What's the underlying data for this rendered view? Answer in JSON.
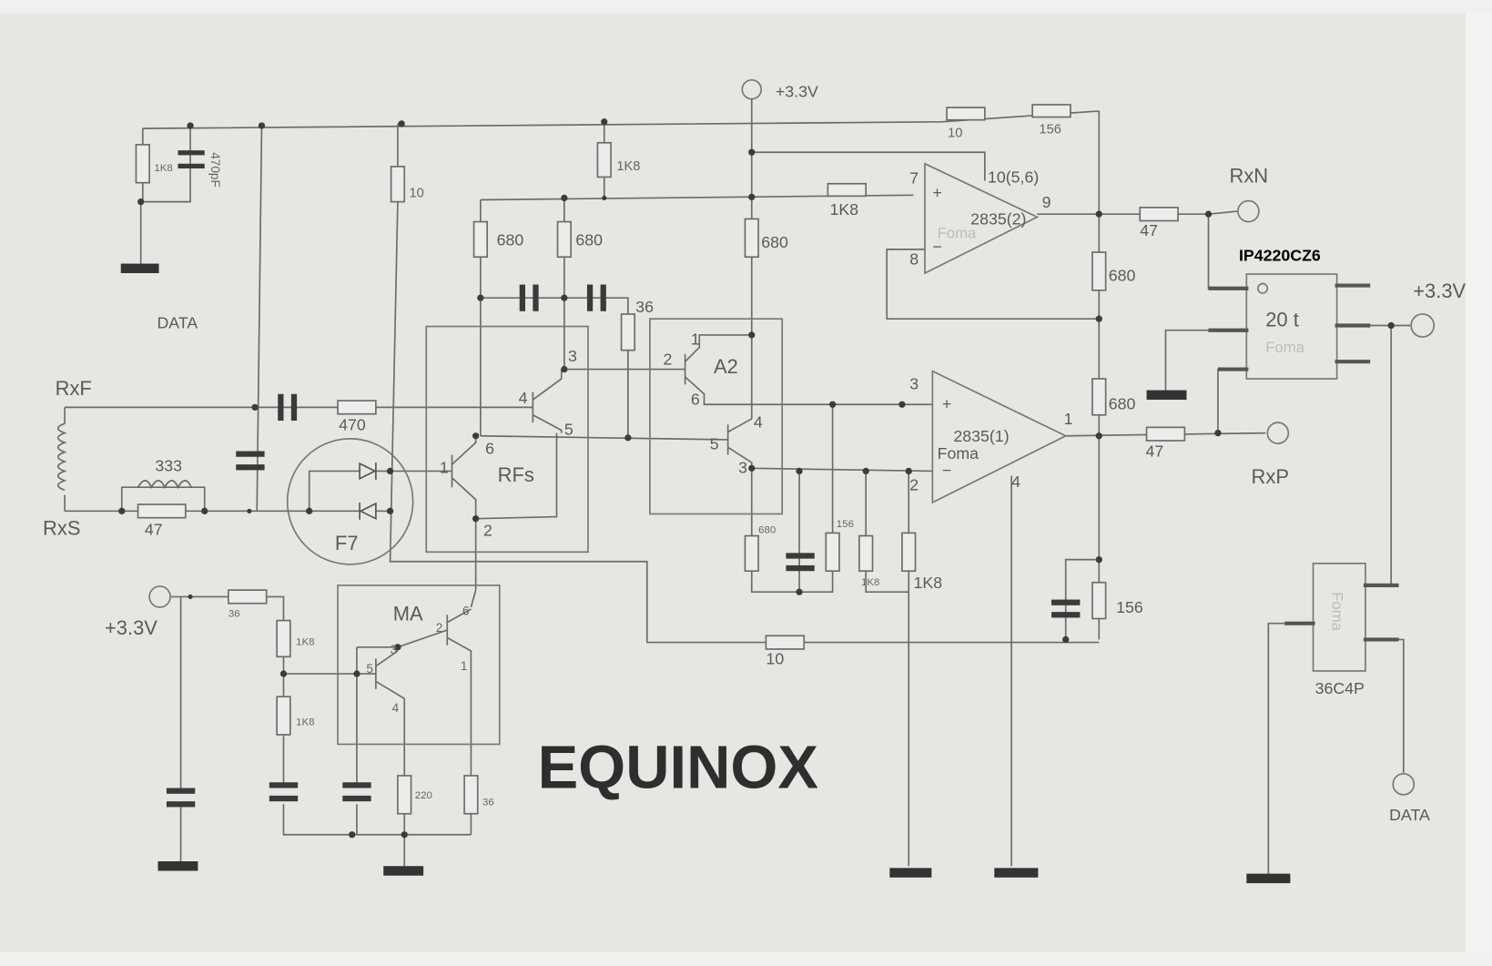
{
  "title": "EQUINOX",
  "chip_label": "IP4220CZ6",
  "supply": {
    "top": "+3.3V",
    "right": "+3.3V",
    "bottom_left": "+3.3V"
  },
  "ports": {
    "rxf": "RxF",
    "rxs": "RxS",
    "rxn": "RxN",
    "rxp": "RxP",
    "data_left": "DATA",
    "data_right": "DATA"
  },
  "blocks": {
    "rfs": "RFs",
    "a2": "A2",
    "ma": "MA",
    "f7": "F7",
    "chip1": "20 t",
    "chip2": "36C4P",
    "brand": "Foma"
  },
  "opamps": {
    "u2": {
      "name": "2835(2)",
      "pin_plus": "7",
      "pin_minus": "8",
      "pin_out": "9",
      "pin_supply": "10(5,6)",
      "plus": "+",
      "minus": "−"
    },
    "u1": {
      "name": "2835(1)",
      "pin_plus": "3",
      "pin_minus": "2",
      "pin_out": "1",
      "pin_gnd": "4",
      "plus": "+",
      "minus": "−"
    }
  },
  "components": {
    "r_data": "1K8",
    "c_data": "470pF",
    "r_top10": "10",
    "r_top156": "156",
    "r_10v": "10",
    "r_1k8_top": "1K8",
    "r_680a": "680",
    "r_680b": "680",
    "r_680c": "680",
    "r_36": "36",
    "r_470": "470",
    "l_333": "333",
    "r_47s": "47",
    "r_1k8_u2": "1K8",
    "r_680_r1": "680",
    "r_680_r2": "680",
    "r_156_r": "156",
    "r_47n": "47",
    "r_47p": "47",
    "r_680_low": "680",
    "r_156_low": "156",
    "r_1k8_low1": "1K8",
    "r_1k8_low2": "1K8",
    "r_10_bottom": "10",
    "r_36_ma": "36",
    "r_1k8_ma1": "1K8",
    "r_1k8_ma2": "1K8",
    "r_220": "220",
    "r_36_ma2": "36"
  },
  "pins": {
    "rfs_q2_b": "4",
    "rfs_q2_c": "3",
    "rfs_q2_e": "5",
    "rfs_q1_b": "1",
    "rfs_q1_c": "6",
    "rfs_q1_e": "2",
    "a2_q1_b": "2",
    "a2_q1_c": "1",
    "a2_q1_e": "6",
    "a2_q2_b": "5",
    "a2_q2_c": "4",
    "a2_q2_e": "3",
    "ma_q1_b": "5",
    "ma_q1_c": "3",
    "ma_q1_e": "4",
    "ma_q2_b": "2",
    "ma_q2_c": "6",
    "ma_q2_e": "1"
  }
}
